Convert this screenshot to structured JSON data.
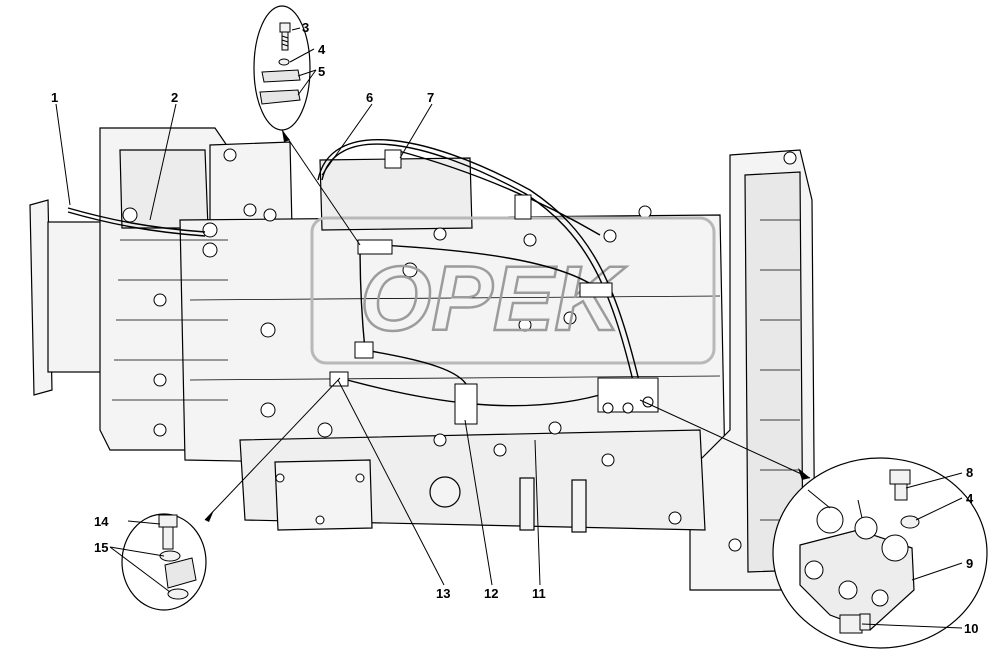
{
  "watermark": "OPEK",
  "labels": {
    "l1": "1",
    "l2": "2",
    "l3": "3",
    "l4a": "4",
    "l5": "5",
    "l6": "6",
    "l7": "7",
    "l8": "8",
    "l4b": "4",
    "l9": "9",
    "l10": "10",
    "l11": "11",
    "l12": "12",
    "l13": "13",
    "l14": "14",
    "l15": "15"
  },
  "colors": {
    "line": "#000000",
    "paper": "#ffffff",
    "fill": "#f4f4f4",
    "watermark": "#b8b8b8"
  }
}
